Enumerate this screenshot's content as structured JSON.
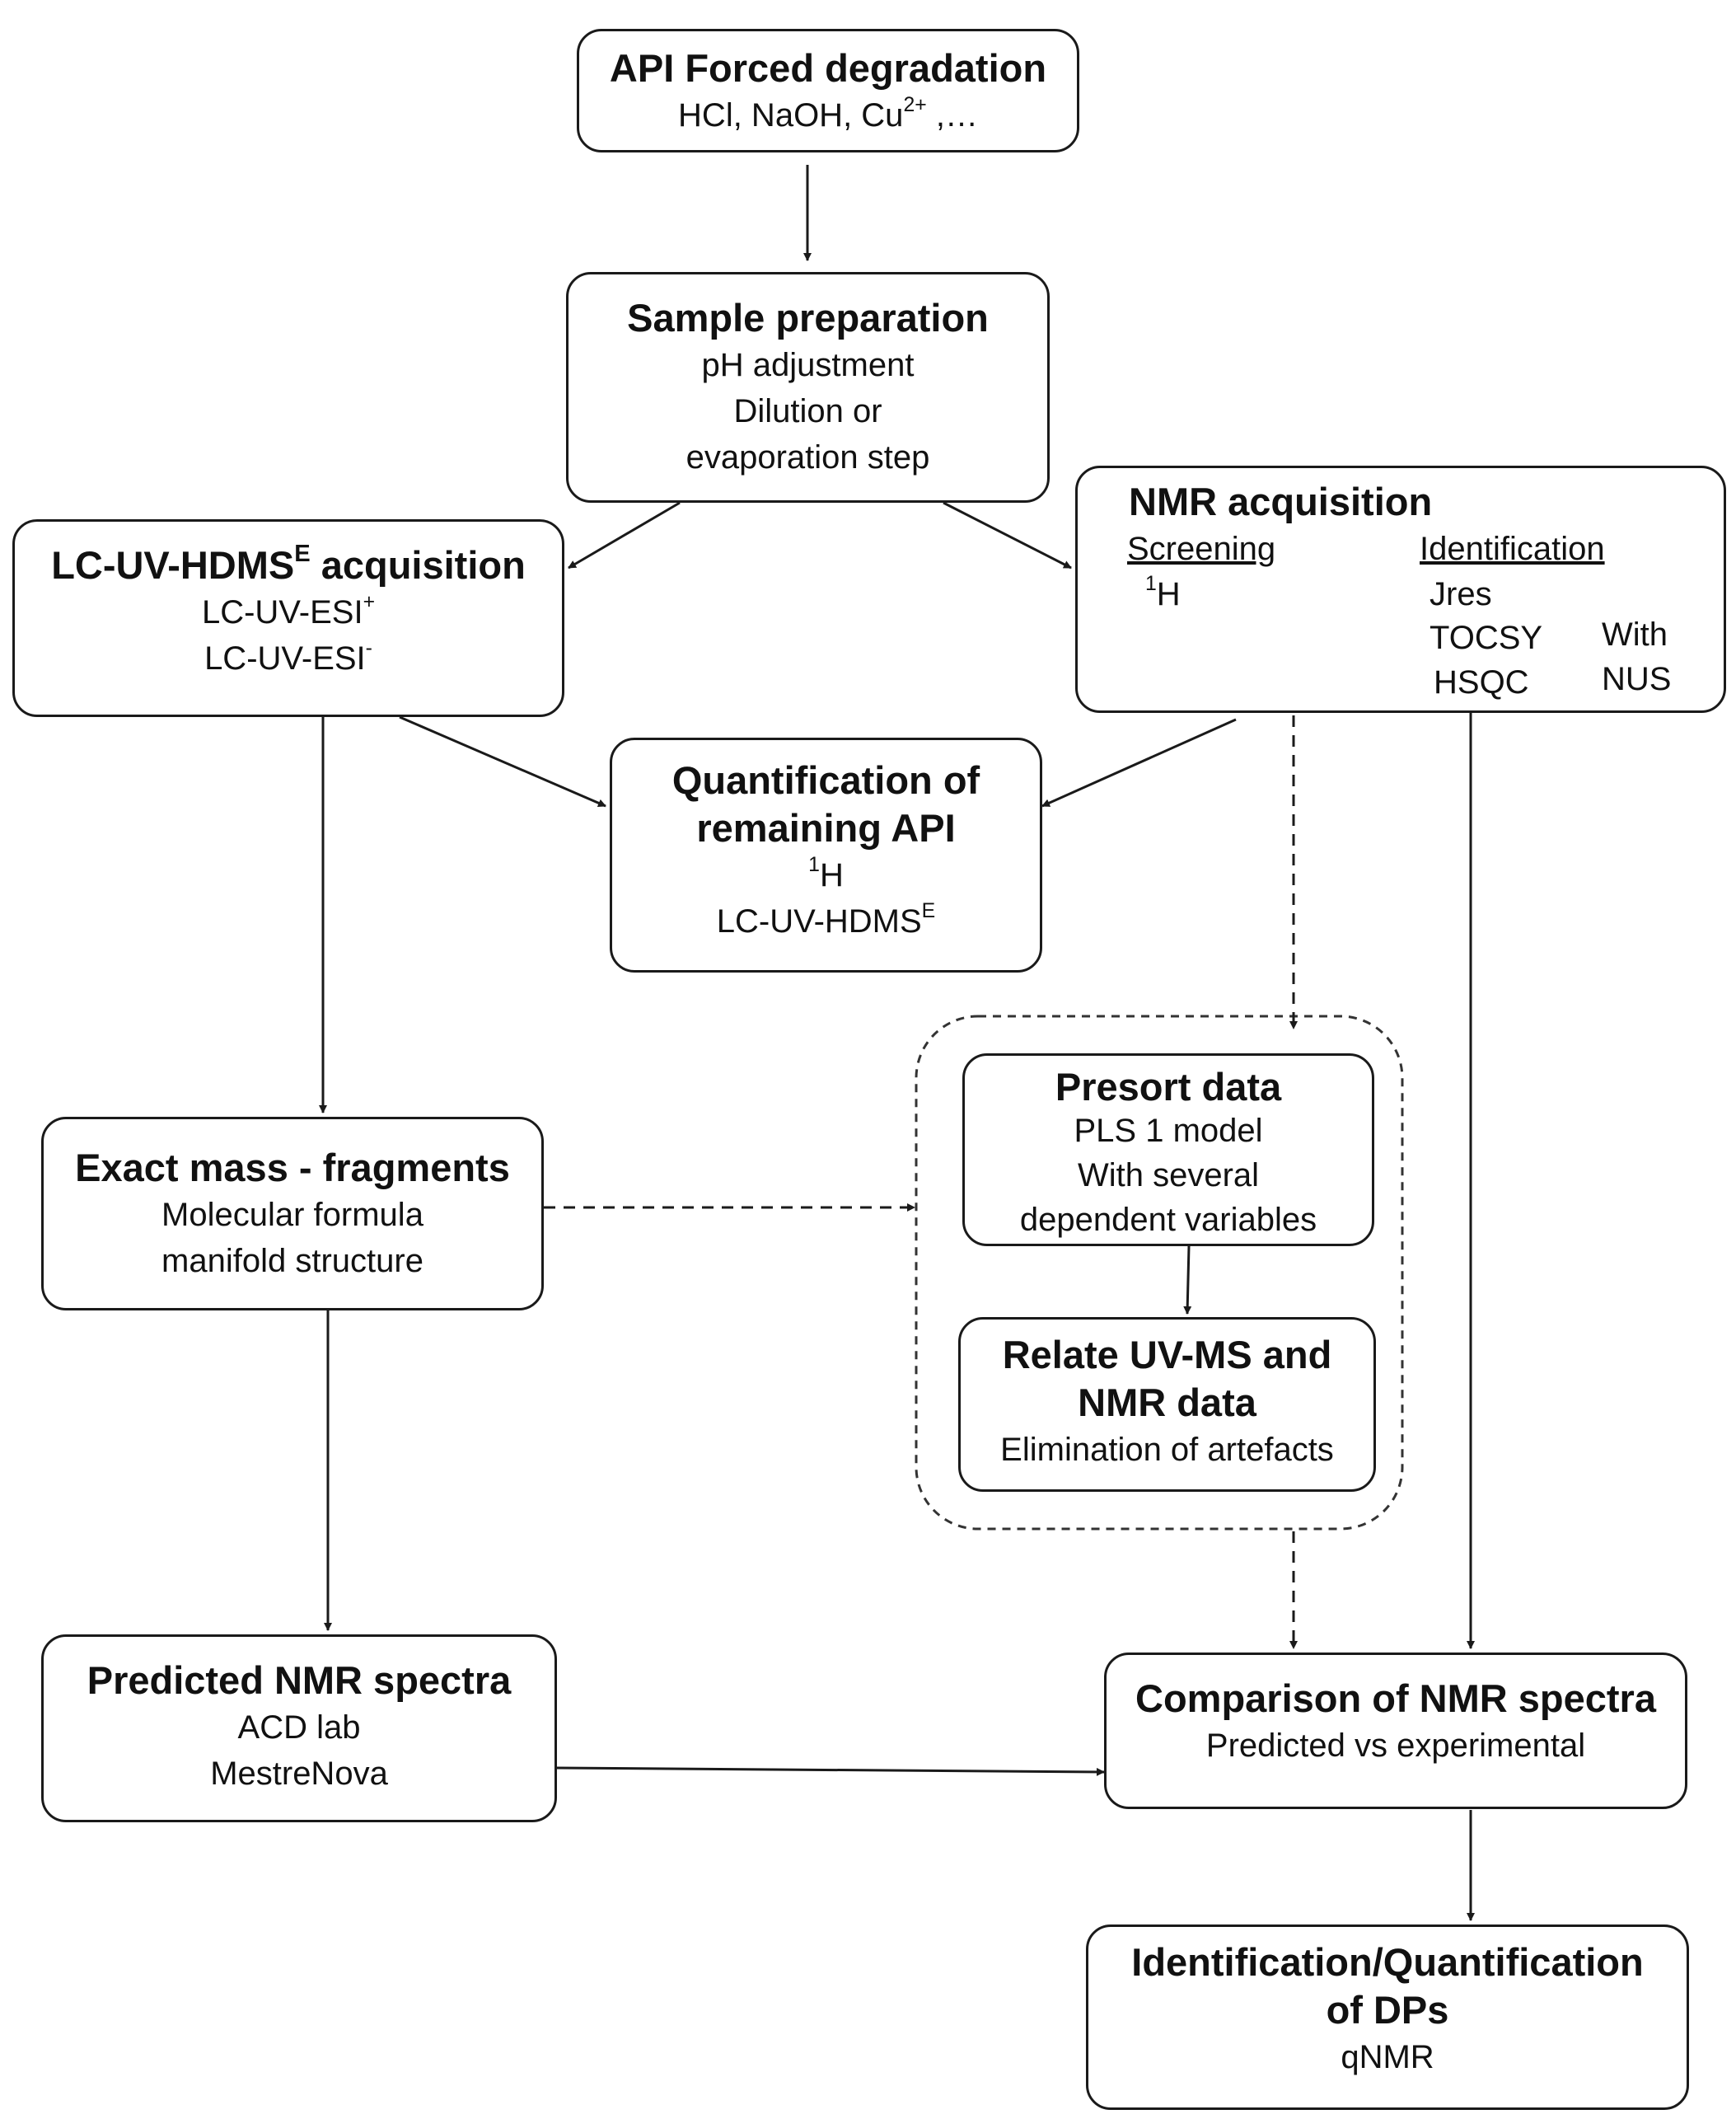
{
  "nodes": {
    "api_forced_degradation": {
      "title": "API Forced degradation",
      "line1_pre": "HCl, NaOH, Cu",
      "line1_sup": "2+",
      "line1_post": " ,…"
    },
    "sample_preparation": {
      "title": "Sample preparation",
      "lines": [
        "pH adjustment",
        "Dilution or",
        "evaporation step"
      ]
    },
    "lc_uv_hdms": {
      "title_pre": "LC-UV-HDMS",
      "title_sup": "E",
      "title_post": " acquisition",
      "line1_pre": "LC-UV-ESI",
      "line1_sup": "+",
      "line2_pre": "LC-UV-ESI",
      "line2_sup": "-"
    },
    "nmr_acquisition": {
      "title": "NMR acquisition",
      "screening_header": "Screening",
      "screening_sup": "1",
      "screening_item": "H",
      "identification_header": "Identification",
      "items": [
        "Jres",
        "TOCSY",
        "HSQC"
      ],
      "with_label": "With",
      "nus_label": "NUS"
    },
    "quantification": {
      "title_line1": "Quantification of",
      "title_line2": "remaining API",
      "line1_sup": "1",
      "line1": "H",
      "line2_pre": "LC-UV-HDMS",
      "line2_sup": "E"
    },
    "exact_mass": {
      "title": "Exact mass - fragments",
      "lines": [
        "Molecular formula",
        "manifold structure"
      ]
    },
    "presort_data": {
      "title": "Presort data",
      "lines": [
        "PLS 1 model",
        "With several",
        "dependent variables"
      ]
    },
    "relate_uvms_nmr": {
      "title_line1": "Relate UV-MS and",
      "title_line2": "NMR data",
      "line1": "Elimination of artefacts"
    },
    "predicted_nmr": {
      "title": "Predicted NMR spectra",
      "lines": [
        "ACD lab",
        "MestreNova"
      ]
    },
    "comparison_nmr": {
      "title": "Comparison of NMR spectra",
      "line1": "Predicted vs experimental"
    },
    "identification_quantification": {
      "title_line1": "Identification/Quantification",
      "title_line2": "of DPs",
      "line1": "qNMR"
    }
  }
}
